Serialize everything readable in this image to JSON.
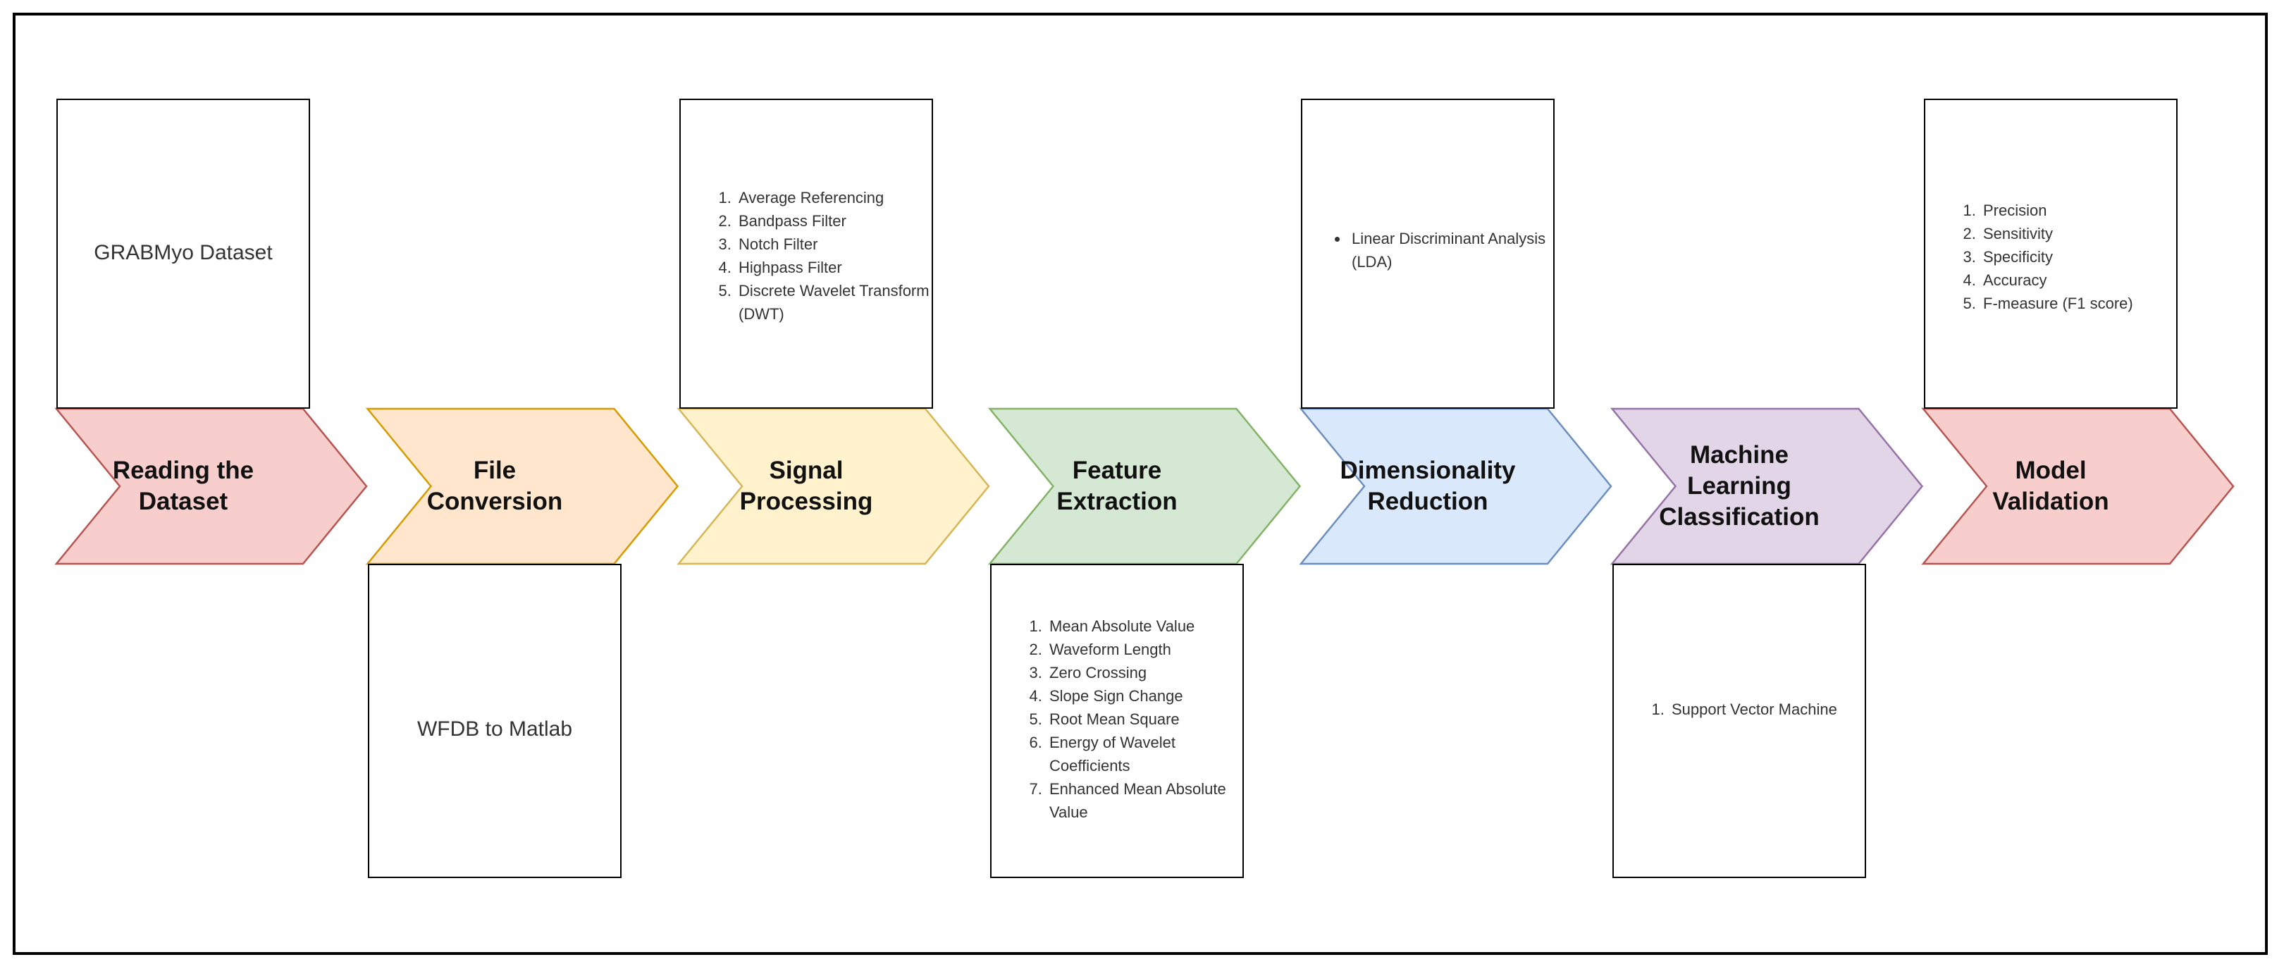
{
  "stages": [
    {
      "id": "reading",
      "label_line1": "Reading the",
      "label_line2": "Dataset",
      "fill": "#F8CECC",
      "stroke": "#B85450"
    },
    {
      "id": "file",
      "label_line1": "File",
      "label_line2": "Conversion",
      "fill": "#FFE6CC",
      "stroke": "#D79B00"
    },
    {
      "id": "signal",
      "label_line1": "Signal",
      "label_line2": "Processing",
      "fill": "#FFF2CC",
      "stroke": "#D6B656"
    },
    {
      "id": "feature",
      "label_line1": "Feature",
      "label_line2": "Extraction",
      "fill": "#D5E8D4",
      "stroke": "#82B366"
    },
    {
      "id": "dimred",
      "label_line1": "Dimensionality",
      "label_line2": "Reduction",
      "fill": "#DAE8FC",
      "stroke": "#6C8EBF"
    },
    {
      "id": "ml",
      "label_line1": "Machine",
      "label_line2": "Learning",
      "label_line3": "Classification",
      "fill": "#E1D5E7",
      "stroke": "#9673A6"
    },
    {
      "id": "validation",
      "label_line1": "Model",
      "label_line2": "Validation",
      "fill": "#F8CECC",
      "stroke": "#B85450"
    }
  ],
  "boxes": {
    "reading": {
      "text": "GRABMyo Dataset"
    },
    "file": {
      "text": "WFDB to Matlab"
    },
    "signal": {
      "items": [
        "Average Referencing",
        "Bandpass Filter",
        "Notch Filter",
        "Highpass Filter",
        "Discrete Wavelet Transform (DWT)"
      ]
    },
    "feature": {
      "items": [
        "Mean Absolute Value",
        "Waveform Length",
        "Zero Crossing",
        "Slope Sign Change",
        "Root Mean Square",
        "Energy of Wavelet Coefficients",
        "Enhanced Mean Absolute Value"
      ]
    },
    "dimred": {
      "items": [
        "Linear Discriminant Analysis (LDA)"
      ]
    },
    "ml": {
      "items": [
        "Support Vector Machine"
      ]
    },
    "validation": {
      "items": [
        "Precision",
        "Sensitivity",
        "Specificity",
        "Accuracy",
        "F-measure (F1 score)"
      ]
    }
  }
}
